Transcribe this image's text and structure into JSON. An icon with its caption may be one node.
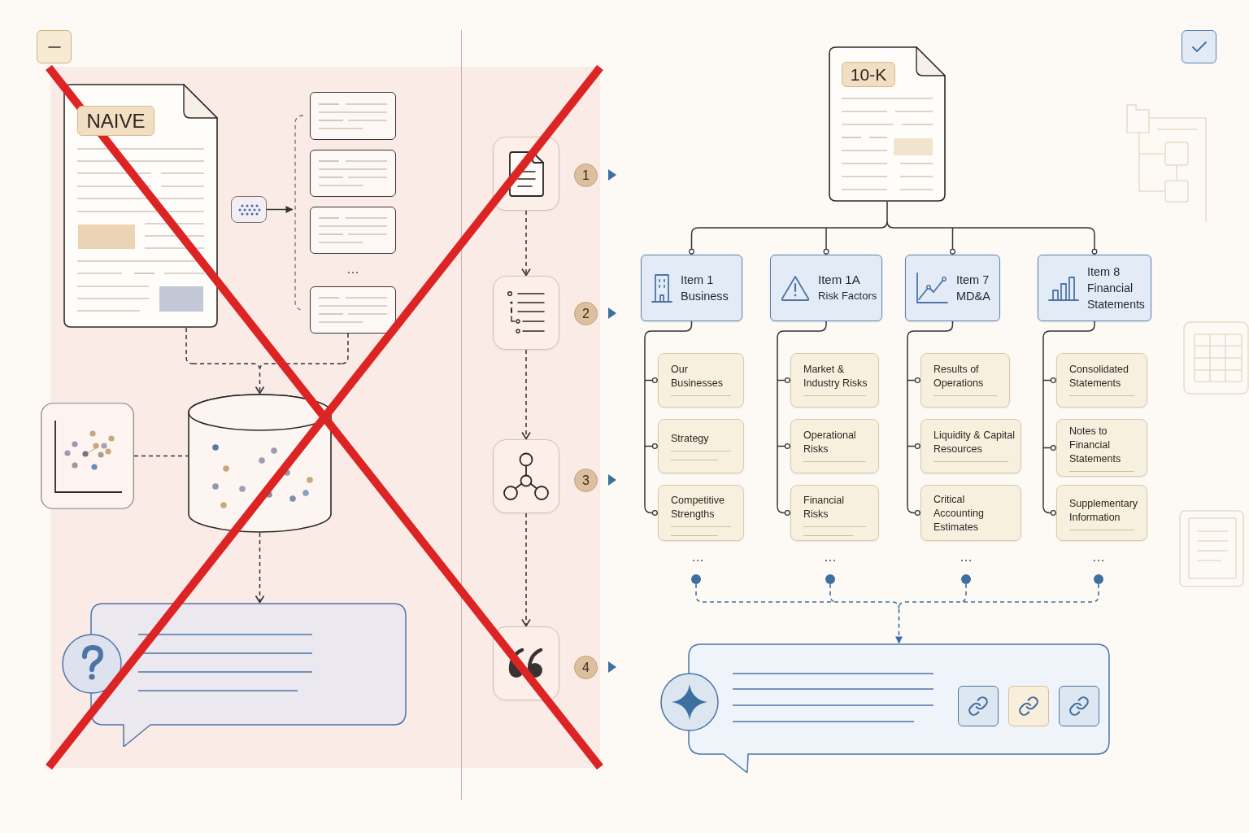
{
  "diagram": {
    "nodes": [
      {
        "text": [
          "NAIVE"
        ]
      },
      {
        "text": [],
        "shape": "box"
      },
      {
        "text": [],
        "shape": "bracket"
      },
      {
        "text": [],
        "shape": "box",
        "in": 2
      },
      {
        "text": [],
        "shape": "box",
        "in": 2
      },
      {
        "text": [],
        "shape": "box",
        "in": 2
      },
      {
        "text": [],
        "shape": "box",
        "in": 2
      },
      {
        "text": [],
        "shape": "picture"
      },
      {
        "text": [],
        "shape": "cylinder"
      },
      {
        "text": [],
        "shape": "bubble"
      },
      {
        "text": [],
        "shape": "box"
      },
      {
        "text": [],
        "shape": "box"
      },
      {
        "text": [],
        "shape": "box"
      },
      {
        "text": [],
        "shape": "box"
      },
      {
        "text": [
          "1"
        ]
      },
      {
        "text": [
          "2"
        ]
      },
      {
        "text": [
          "3"
        ]
      },
      {
        "text": [
          "4"
        ]
      },
      {
        "text": [
          "10-K"
        ]
      },
      {
        "text": [
          "Item 1",
          "Business"
        ]
      },
      {
        "text": [
          "Item 1A",
          "Risk Factors"
        ]
      },
      {
        "text": [
          "Item 7",
          "MD&A"
        ]
      },
      {
        "text": [
          "Item 8",
          "Financial Statements"
        ]
      },
      {
        "text": [
          "Our Businesses"
        ]
      },
      {
        "text": [
          "Strategy"
        ]
      },
      {
        "text": [
          "Competitive Strengths"
        ]
      },
      {
        "text": [
          "Market & Industry Risks"
        ]
      },
      {
        "text": [
          "Operational Risks"
        ]
      },
      {
        "text": [
          "Financial Risks"
        ]
      },
      {
        "text": [
          "Results of Operations"
        ]
      },
      {
        "text": [
          "Liquidity & Capital Resources"
        ]
      },
      {
        "text": [
          "Critical Accounting Estimates"
        ]
      },
      {
        "text": [
          "Consolidated Statements"
        ]
      },
      {
        "text": [
          "Notes to Financial Statements"
        ]
      },
      {
        "text": [
          "Supplementary Information"
        ]
      },
      {
        "text": [],
        "shape": "circle"
      },
      {
        "text": [],
        "shape": "circle"
      },
      {
        "text": [],
        "shape": "circle"
      },
      {
        "text": [],
        "shape": "circle"
      },
      {
        "text": [],
        "shape": "bubble"
      }
    ],
    "edges": [
      {
        "from": 0,
        "to": 8,
        "arrow": "to",
        "style": "dashed"
      },
      {
        "from": 2,
        "to": 8,
        "arrow": "to",
        "style": "dashed"
      },
      {
        "from": 1,
        "to": 2,
        "arrow": "to"
      },
      {
        "from": 7,
        "to": 8,
        "arrow": "none",
        "style": "dashed"
      },
      {
        "from": 8,
        "to": 9,
        "arrow": "to",
        "style": "dashed"
      },
      {
        "from": 10,
        "to": 11,
        "arrow": "to",
        "style": "dashed"
      },
      {
        "from": 11,
        "to": 12,
        "arrow": "to",
        "style": "dashed"
      },
      {
        "from": 12,
        "to": 13,
        "arrow": "to",
        "style": "dashed"
      },
      {
        "from": 18,
        "to": 19,
        "arrow": "other"
      },
      {
        "from": 18,
        "to": 20,
        "arrow": "other"
      },
      {
        "from": 18,
        "to": 21,
        "arrow": "other"
      },
      {
        "from": 18,
        "to": 22,
        "arrow": "other"
      },
      {
        "from": 19,
        "to": 23,
        "arrow": "other"
      },
      {
        "from": 19,
        "to": 24,
        "arrow": "other"
      },
      {
        "from": 19,
        "to": 25,
        "arrow": "other"
      },
      {
        "from": 20,
        "to": 26,
        "arrow": "other"
      },
      {
        "from": 20,
        "to": 27,
        "arrow": "other"
      },
      {
        "from": 20,
        "to": 28,
        "arrow": "other"
      },
      {
        "from": 21,
        "to": 29,
        "arrow": "other"
      },
      {
        "from": 21,
        "to": 30,
        "arrow": "other"
      },
      {
        "from": 21,
        "to": 31,
        "arrow": "other"
      },
      {
        "from": 22,
        "to": 32,
        "arrow": "other"
      },
      {
        "from": 22,
        "to": 33,
        "arrow": "other"
      },
      {
        "from": 22,
        "to": 34,
        "arrow": "other"
      },
      {
        "from": 35,
        "to": 39,
        "arrow": "to",
        "style": "dashed",
        "color": "#3d6fa0"
      },
      {
        "from": 36,
        "to": 39,
        "arrow": "to",
        "style": "dashed",
        "color": "#3d6fa0"
      },
      {
        "from": 37,
        "to": 39,
        "arrow": "to",
        "style": "dashed",
        "color": "#3d6fa0"
      },
      {
        "from": 38,
        "to": 39,
        "arrow": "to",
        "style": "dashed",
        "color": "#3d6fa0"
      }
    ],
    "labels": [
      "…",
      "…",
      "…",
      "…",
      "…"
    ]
  }
}
